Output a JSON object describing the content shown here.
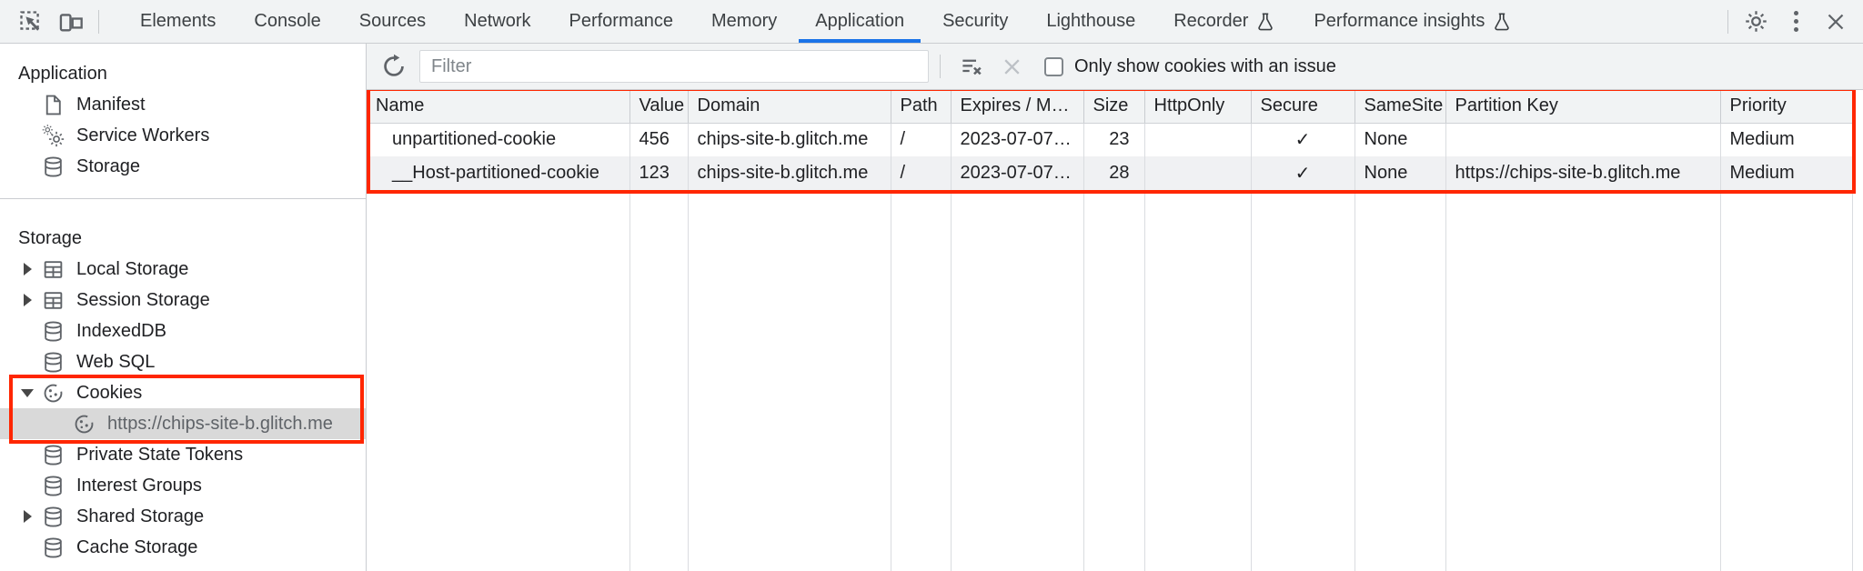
{
  "colors": {
    "accent_blue": "#1a73e8",
    "annotation_red": "#ff2600",
    "toolbar_bg": "#f1f3f4",
    "selected_row_bg": "#d9d9d9"
  },
  "tabbar": {
    "left_icons": [
      "inspect-icon",
      "device-toolbar-icon"
    ],
    "right_icons": [
      "settings-gear-icon",
      "kebab-menu-icon",
      "close-icon"
    ],
    "tabs": [
      {
        "label": "Elements"
      },
      {
        "label": "Console"
      },
      {
        "label": "Sources"
      },
      {
        "label": "Network"
      },
      {
        "label": "Performance"
      },
      {
        "label": "Memory"
      },
      {
        "label": "Application",
        "selected": true
      },
      {
        "label": "Security"
      },
      {
        "label": "Lighthouse"
      },
      {
        "label": "Recorder",
        "experimental": true
      },
      {
        "label": "Performance insights",
        "experimental": true
      }
    ]
  },
  "sidebar": {
    "sections": [
      {
        "title": "Application",
        "items": [
          {
            "label": "Manifest",
            "icon": "document-icon"
          },
          {
            "label": "Service Workers",
            "icon": "service-worker-gears-icon"
          },
          {
            "label": "Storage",
            "icon": "database-icon"
          }
        ]
      },
      {
        "title": "Storage",
        "items": [
          {
            "label": "Local Storage",
            "icon": "table-icon",
            "expand": "collapsed"
          },
          {
            "label": "Session Storage",
            "icon": "table-icon",
            "expand": "collapsed"
          },
          {
            "label": "IndexedDB",
            "icon": "database-icon"
          },
          {
            "label": "Web SQL",
            "icon": "database-icon"
          },
          {
            "label": "Cookies",
            "icon": "cookie-icon",
            "expand": "expanded",
            "highlighted": true
          },
          {
            "label": "https://chips-site-b.glitch.me",
            "icon": "cookie-icon",
            "child": true,
            "selected": true,
            "highlighted": true
          },
          {
            "label": "Private State Tokens",
            "icon": "database-icon"
          },
          {
            "label": "Interest Groups",
            "icon": "database-icon"
          },
          {
            "label": "Shared Storage",
            "icon": "database-icon",
            "expand": "collapsed"
          },
          {
            "label": "Cache Storage",
            "icon": "database-icon"
          }
        ]
      }
    ]
  },
  "cookies_panel": {
    "toolbar_icons": [
      "refresh-icon",
      "clear-filter-icon",
      "delete-icon"
    ],
    "filter": {
      "placeholder": "Filter",
      "value": ""
    },
    "issue_checkbox_label": "Only show cookies with an issue",
    "issue_checkbox_checked": false,
    "table": {
      "columns": [
        "Name",
        "Value",
        "Domain",
        "Path",
        "Expires / M…",
        "Size",
        "HttpOnly",
        "Secure",
        "SameSite",
        "Partition Key",
        "Priority"
      ],
      "rows": [
        {
          "cells": [
            "unpartitioned-cookie",
            "456",
            "chips-site-b.glitch.me",
            "/",
            "2023-07-07…",
            "23",
            "",
            "✓",
            "None",
            "",
            "Medium"
          ]
        },
        {
          "cells": [
            "__Host-partitioned-cookie",
            "123",
            "chips-site-b.glitch.me",
            "/",
            "2023-07-07…",
            "28",
            "",
            "✓",
            "None",
            "https://chips-site-b.glitch.me",
            "Medium"
          ]
        }
      ]
    }
  }
}
